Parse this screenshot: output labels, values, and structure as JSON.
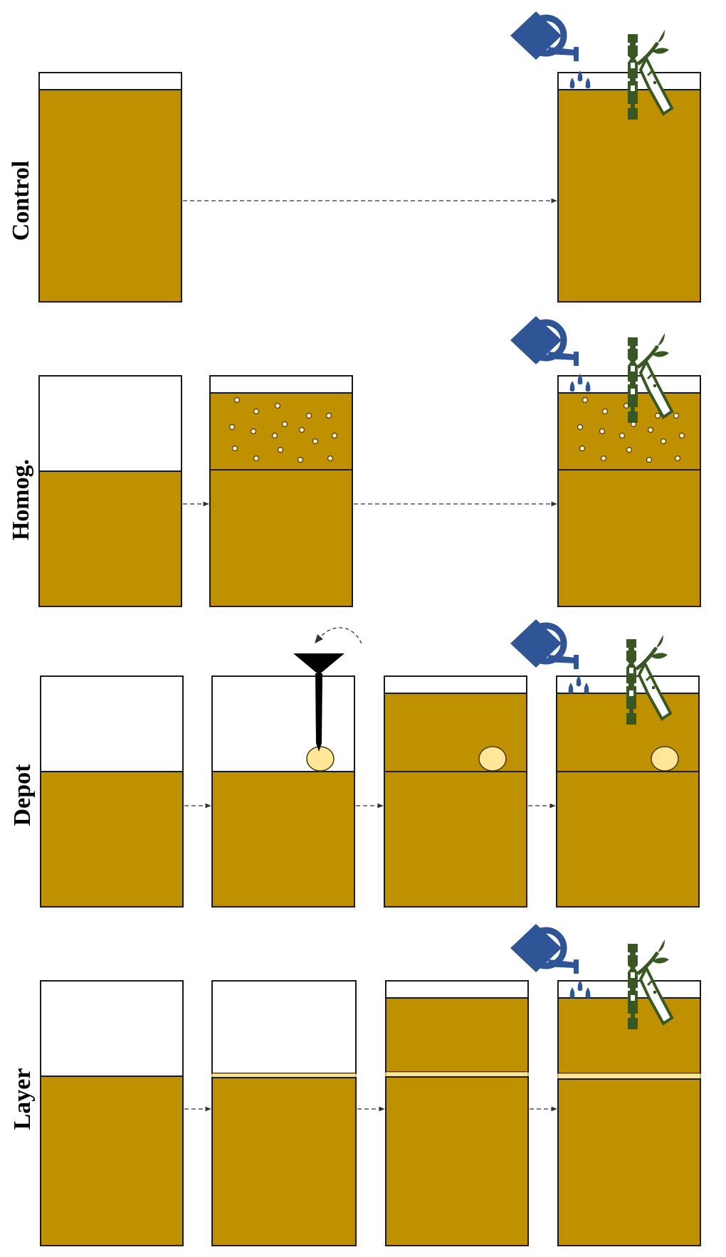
{
  "rows": [
    {
      "key": "control",
      "label": "Control"
    },
    {
      "key": "homog",
      "label": "Homog."
    },
    {
      "key": "depot",
      "label": "Depot"
    },
    {
      "key": "layer",
      "label": "Layer"
    }
  ],
  "colors": {
    "soil": "#BF9000",
    "amendment": "#FFE699",
    "watering_can": "#2F5597",
    "plant": "#385723",
    "outline": "#1a1a1a"
  },
  "icons": {
    "watering_can": "watering-can-icon",
    "plant": "sugarcane-plant-icon",
    "funnel": "funnel-icon",
    "rotate": "rotate-arrow-icon"
  }
}
